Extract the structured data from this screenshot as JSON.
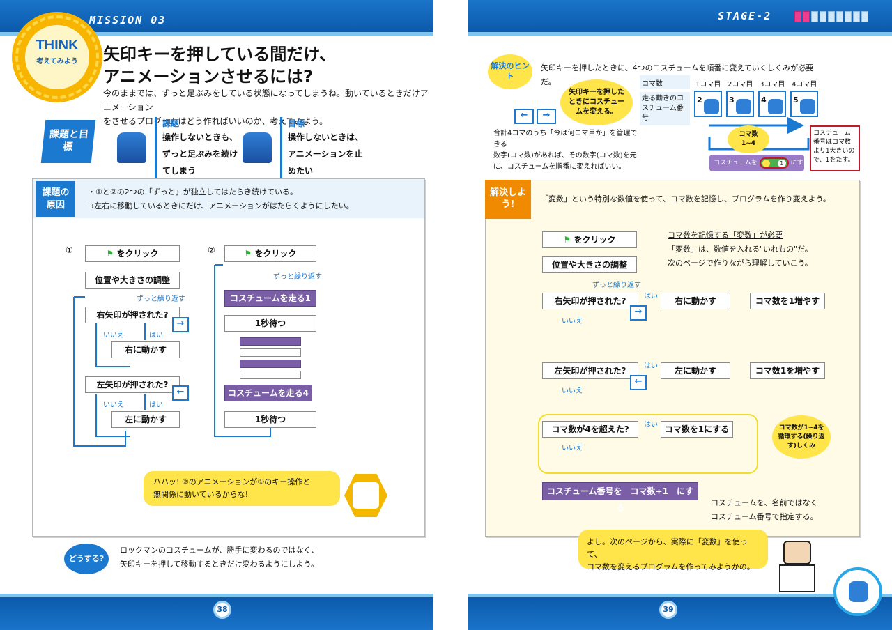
{
  "header": {
    "mission": "MISSION 03",
    "stage": "STAGE-2",
    "stage_segments_total": 10,
    "stage_segments_filled": 2
  },
  "footer": {
    "left_page": "38",
    "right_page": "39"
  },
  "colors": {
    "blue": "#1b7ad0",
    "yellow": "#ffe44a",
    "purple": "#7a5ea6",
    "orange": "#f08a00",
    "pink": "#ee3c8e"
  },
  "left": {
    "think_word": "THINK",
    "think_sub": "考えてみよう",
    "title_line1": "矢印キーを押している間だけ、",
    "title_line2": "アニメーションさせるには?",
    "intro_line1": "今のままでは、ずっと足ぶみをしている状態になってしまうね。動いているときだけアニメーション",
    "intro_line2": "をさせるプログラムはどう作ればいいのか、考えてみよう。",
    "goal_tag": "課題と目標",
    "issue_label": "課題",
    "issue_text": "操作しないときも、ずっと足ぶみを続けてしまう",
    "goal_label": "目標",
    "goal_text": "操作しないときは、アニメーションを止めたい",
    "cause_tag": "課題の原因",
    "cause_line1": "・①と②の2つの「ずっと」が独立してはたらき続けている。",
    "cause_line2": "→左右に移動しているときにだけ、アニメーションがはたらくようにしたい。",
    "prog1": {
      "num": "①",
      "click": "をクリック",
      "setup": "位置や大きさの調整",
      "loop": "ずっと繰り返す",
      "if_right": "右矢印が押された?",
      "no": "いいえ",
      "yes": "はい",
      "move_right": "右に動かす",
      "if_left": "左矢印が押された?",
      "no2": "いいえ",
      "yes2": "はい",
      "move_left": "左に動かす"
    },
    "prog2": {
      "num": "②",
      "click": "をクリック",
      "loop": "ずっと繰り返す",
      "costume1": "コスチュームを走る1",
      "wait1": "1秒待つ",
      "costume4": "コスチュームを走る4",
      "wait2": "1秒待つ"
    },
    "hakase_line1": "ハハッ! ②のアニメーションが①のキー操作と",
    "hakase_line2": "無関係に動いているからな!",
    "dousuru_tag": "どうする?",
    "dousuru_line1": "ロックマンのコスチュームが、勝手に変わるのではなく、",
    "dousuru_line2": "矢印キーを押して移動するときだけ変わるようにしよう。"
  },
  "right": {
    "hint_tag": "解決のヒント",
    "hint_line": "矢印キーを押したときに、4つのコスチュームを順番に変えていくしくみが必要だ。",
    "bubble_hint": "矢印キーを押したときにコスチュームを変える。",
    "hint_body1": "合計4コマのうち「今は何コマ目か」を管理できる",
    "hint_body2": "数字(コマ数)があれば、その数字(コマ数)を元",
    "hint_body3": "に、コスチュームを順番に変えればいい。",
    "table": {
      "row1_head": "コマ数",
      "row2_head": "走る動きのコスチューム番号",
      "frames": [
        "1コマ目",
        "2コマ目",
        "3コマ目",
        "4コマ目"
      ],
      "numbers": [
        "2",
        "3",
        "4",
        "5"
      ]
    },
    "loop_badge": "コマ数 1~4",
    "costume_block": "コスチュームを",
    "costume_block_end": "にする",
    "plus_one": "1",
    "note_box": "コスチューム番号はコマ数より1大きいので、1をたす。",
    "solve_tag": "解決しよう!",
    "solve_line": "「変数」という特別な数値を使って、コマ数を記憶し、プログラムを作り変えよう。",
    "var_line1": "コマ数を記憶する「変数」が必要",
    "var_line2": "「変数」は、数値を入れる\"いれもの\"だ。",
    "var_line3": "次のページで作りながら理解していこう。",
    "flow": {
      "click": "をクリック",
      "setup": "位置や大きさの調整",
      "loop": "ずっと繰り返す",
      "if_right": "右矢印が押された?",
      "yes1": "はい",
      "no1": "いいえ",
      "move_right": "右に動かす",
      "inc1": "コマ数を1増やす",
      "if_left": "左矢印が押された?",
      "yes2": "はい",
      "no2": "いいえ",
      "move_left": "左に動かす",
      "inc2": "コマ数1を増やす",
      "if_over": "コマ数が4を超えた?",
      "yes3": "はい",
      "no3": "いいえ",
      "reset": "コマ数を1にする",
      "set_costume": "コスチューム番号を　コマ数+1　にする"
    },
    "cycle_badge": "コマ数が1~4を循環する(繰り返す)しくみ",
    "name_note_line1": "コスチュームを、名前ではなく",
    "name_note_line2": "コスチューム番号で指定する。",
    "hakase_line1": "よし。次のページから、実際に「変数」を使って、",
    "hakase_line2": "コマ数を変えるプログラムを作ってみようかの。"
  }
}
